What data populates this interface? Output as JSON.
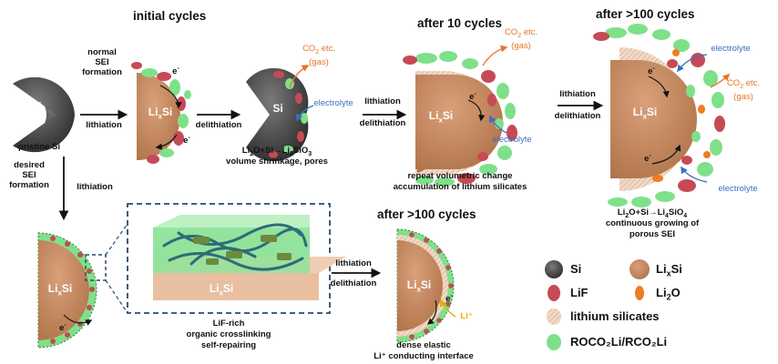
{
  "titles": {
    "initial": "initial cycles",
    "after10": "after 10 cycles",
    "after100_top": "after >100 cycles",
    "after100_bottom": "after >100 cycles"
  },
  "particles": {
    "si": "Si",
    "li": "Li",
    "li_sub": "x",
    "si_suffix": "Si"
  },
  "labels": {
    "normal_sei": "normal\nSEI\nformation",
    "lithiation": "lithiation",
    "delithiation": "delithiation",
    "pristine": "pristine Si",
    "electron": "e",
    "electron_sup": "-",
    "co2": "CO",
    "co2_sub": "2",
    "co2_rest": " etc.",
    "gas": "(gas)",
    "electrolyte": "electrolyte",
    "eq1_a": "Li",
    "eq1_b": "2",
    "eq1_c": "O+Si→Li",
    "eq1_d": "2",
    "eq1_e": "SiO",
    "eq1_f": "3",
    "volume": "volume shrinkage, pores",
    "repeat1": "repeat volumetric change",
    "repeat2": "accumulation of lithium silicates",
    "eq2_a": "Li",
    "eq2_b": "2",
    "eq2_c": "O+Si→Li",
    "eq2_d": "4",
    "eq2_e": "SiO",
    "eq2_f": "4",
    "growing1": "continuous growing of",
    "growing2": "porous SEI",
    "desired_sei": "desired\nSEI\nformation",
    "lif_rich1": "LiF-rich",
    "lif_rich2": "organic crosslinking",
    "lif_rich3": "self-repairing",
    "dense1": "dense  elastic",
    "dense2": "Li⁺ conducting interface",
    "li_plus": "Li⁺"
  },
  "legend": {
    "si": "Si",
    "lixsi_a": "Li",
    "lixsi_b": "x",
    "lixsi_c": "Si",
    "lif": "LiF",
    "li2o_a": "Li",
    "li2o_b": "2",
    "li2o_c": "O",
    "silicates": "lithium silicates",
    "organic": "ROCO₂Li/RCO₂Li"
  },
  "colors": {
    "si": "#4a4a4a",
    "lixsi": "#c98a5e",
    "lif": "#c64a55",
    "li2o": "#ef7d22",
    "organic": "#7fe08a",
    "silicate": "#e9c7b0",
    "arrow": "#111111",
    "blue": "#3a6fc0",
    "orange": "#e8732a",
    "dash": "#2a4a6a",
    "slab_top": "#8fe29a",
    "slab_base": "#e8bfa0",
    "fiber": "#2d6c78",
    "block": "#6d8a3c"
  }
}
